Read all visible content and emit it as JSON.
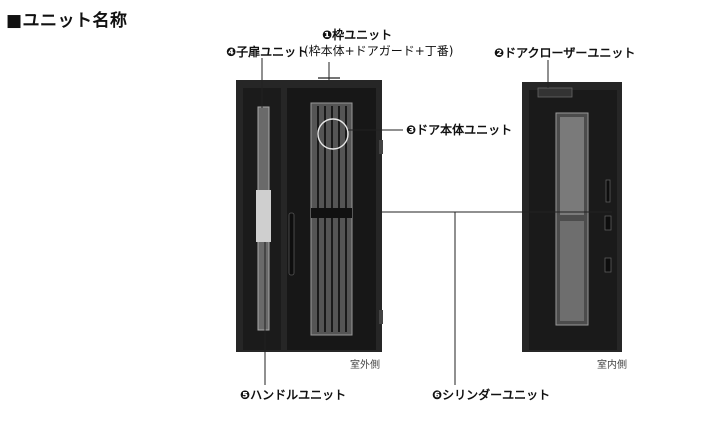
{
  "title": "■ユニット名称",
  "labels": {
    "frame": "❶枠ユニット",
    "frame_sub": "(枠本体+ドアガード+丁番)",
    "closer": "❷ドアクローザーユニット",
    "door_body": "❸ドア本体ユニット",
    "child_door": "❹子扉ユニット",
    "handle": "❺ハンドルユニット",
    "cylinder": "❻シリンダーユニット"
  },
  "captions": {
    "outside": "室外側",
    "inside": "室内側"
  },
  "colors": {
    "door": "#1a1a1a",
    "frame": "#2b2b2b",
    "glass": "#6e6e6e",
    "line": "#222222"
  }
}
